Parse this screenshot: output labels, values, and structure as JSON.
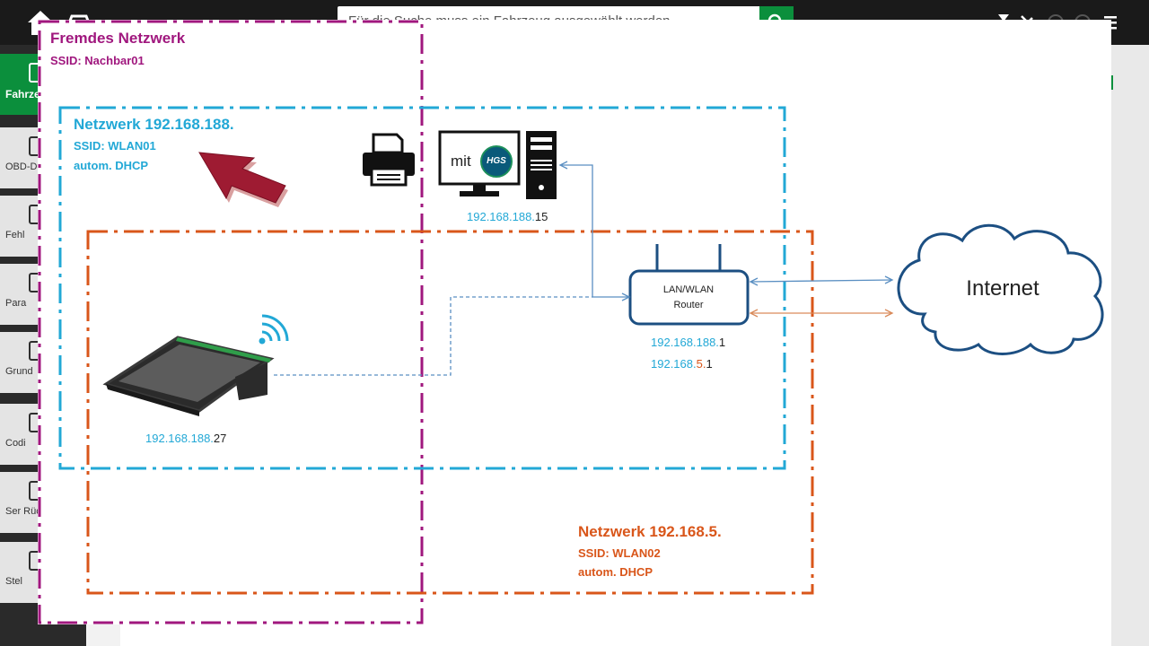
{
  "app": {
    "search_placeholder": "Für die Suche muss ein Fahrzeug ausgewählt werden",
    "sidebar_items": [
      {
        "label": "Fahrze",
        "active": true
      },
      {
        "label": "OBD-D"
      },
      {
        "label": "Fehl"
      },
      {
        "label": "Para"
      },
      {
        "label": "Grund"
      },
      {
        "label": "Codi"
      },
      {
        "label": "Ser Rücks"
      },
      {
        "label": "Stel"
      }
    ],
    "colors": {
      "accent": "#0b8f3c",
      "topbar": "#1a1a1a"
    }
  },
  "diagram": {
    "foreign_network": {
      "title": "Fremdes Netzwerk",
      "ssid": "SSID: Nachbar01",
      "color": "#a0177e"
    },
    "network1": {
      "title": "Netzwerk  192.168.188.",
      "ssid": "SSID: WLAN01",
      "dhcp": "autom. DHCP",
      "color": "#22a8d6"
    },
    "network2": {
      "title": "Netzwerk  192.168.5.",
      "ssid": "SSID: WLAN02",
      "dhcp": "autom. DHCP",
      "color": "#d9561a"
    },
    "pc": {
      "label_mit": "mit",
      "badge": "HGS",
      "ip_prefix": "192.168.188.",
      "ip_suffix": "15"
    },
    "router": {
      "line1": "LAN/WLAN",
      "line2": "Router",
      "ip1_prefix": "192.168.188.",
      "ip1_suffix": "1",
      "ip2_prefix": "192.168.",
      "ip2_mid": "5.",
      "ip2_suffix": "1"
    },
    "tablet": {
      "ip_prefix": "192.168.188.",
      "ip_suffix": "27"
    },
    "internet": {
      "label": "Internet"
    }
  }
}
